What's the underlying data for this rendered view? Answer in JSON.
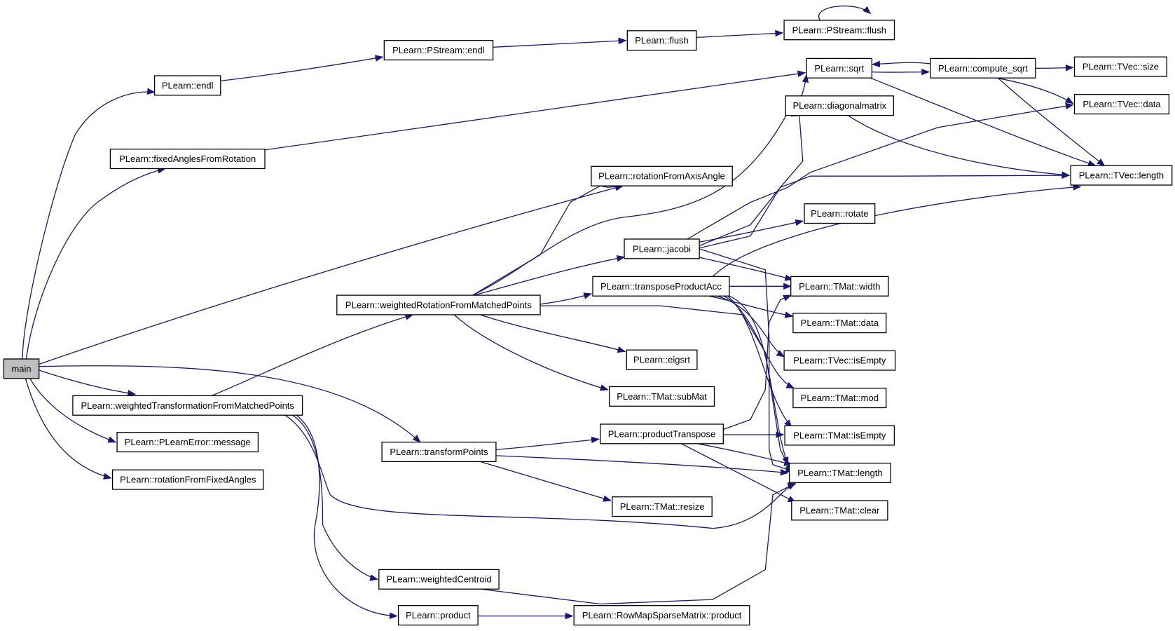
{
  "graph": {
    "edge_color": "#191970",
    "root_fill": "#bfbfbf",
    "nodes": [
      {
        "id": "main",
        "label": "main",
        "root": true
      },
      {
        "id": "endl",
        "label": "PLearn::endl"
      },
      {
        "id": "pstream_endl",
        "label": "PLearn::PStream::endl"
      },
      {
        "id": "flush",
        "label": "PLearn::flush"
      },
      {
        "id": "pstream_flush",
        "label": "PLearn::PStream::flush"
      },
      {
        "id": "fixedAngles",
        "label": "PLearn::fixedAnglesFromRotation"
      },
      {
        "id": "sqrt",
        "label": "PLearn::sqrt"
      },
      {
        "id": "compute_sqrt",
        "label": "PLearn::compute_sqrt"
      },
      {
        "id": "tvec_size",
        "label": "PLearn::TVec::size"
      },
      {
        "id": "tvec_data",
        "label": "PLearn::TVec::data"
      },
      {
        "id": "diagonalmatrix",
        "label": "PLearn::diagonalmatrix"
      },
      {
        "id": "tvec_length",
        "label": "PLearn::TVec::length"
      },
      {
        "id": "rotFromAxis",
        "label": "PLearn::rotationFromAxisAngle"
      },
      {
        "id": "rotate",
        "label": "PLearn::rotate"
      },
      {
        "id": "jacobi",
        "label": "PLearn::jacobi"
      },
      {
        "id": "wRotFromMP",
        "label": "PLearn::weightedRotationFromMatchedPoints"
      },
      {
        "id": "transposeProdAcc",
        "label": "PLearn::transposeProductAcc"
      },
      {
        "id": "tmat_width",
        "label": "PLearn::TMat::width"
      },
      {
        "id": "tmat_data",
        "label": "PLearn::TMat::data"
      },
      {
        "id": "eigsrt",
        "label": "PLearn::eigsrt"
      },
      {
        "id": "tvec_isEmpty",
        "label": "PLearn::TVec::isEmpty"
      },
      {
        "id": "submat",
        "label": "PLearn::TMat::subMat"
      },
      {
        "id": "tmat_mod",
        "label": "PLearn::TMat::mod"
      },
      {
        "id": "wTransFromMP",
        "label": "PLearn::weightedTransformationFromMatchedPoints"
      },
      {
        "id": "productTranspose",
        "label": "PLearn::productTranspose"
      },
      {
        "id": "tmat_isEmpty",
        "label": "PLearn::TMat::isEmpty"
      },
      {
        "id": "plearnError",
        "label": "PLearn::PLearnError::message"
      },
      {
        "id": "transformPoints",
        "label": "PLearn::transformPoints"
      },
      {
        "id": "tmat_length",
        "label": "PLearn::TMat::length"
      },
      {
        "id": "rotFromFixed",
        "label": "PLearn::rotationFromFixedAngles"
      },
      {
        "id": "tmat_resize",
        "label": "PLearn::TMat::resize"
      },
      {
        "id": "tmat_clear",
        "label": "PLearn::TMat::clear"
      },
      {
        "id": "weightedCentroid",
        "label": "PLearn::weightedCentroid"
      },
      {
        "id": "product",
        "label": "PLearn::product"
      },
      {
        "id": "rowmap_product",
        "label": "PLearn::RowMapSparseMatrix::product"
      }
    ]
  }
}
